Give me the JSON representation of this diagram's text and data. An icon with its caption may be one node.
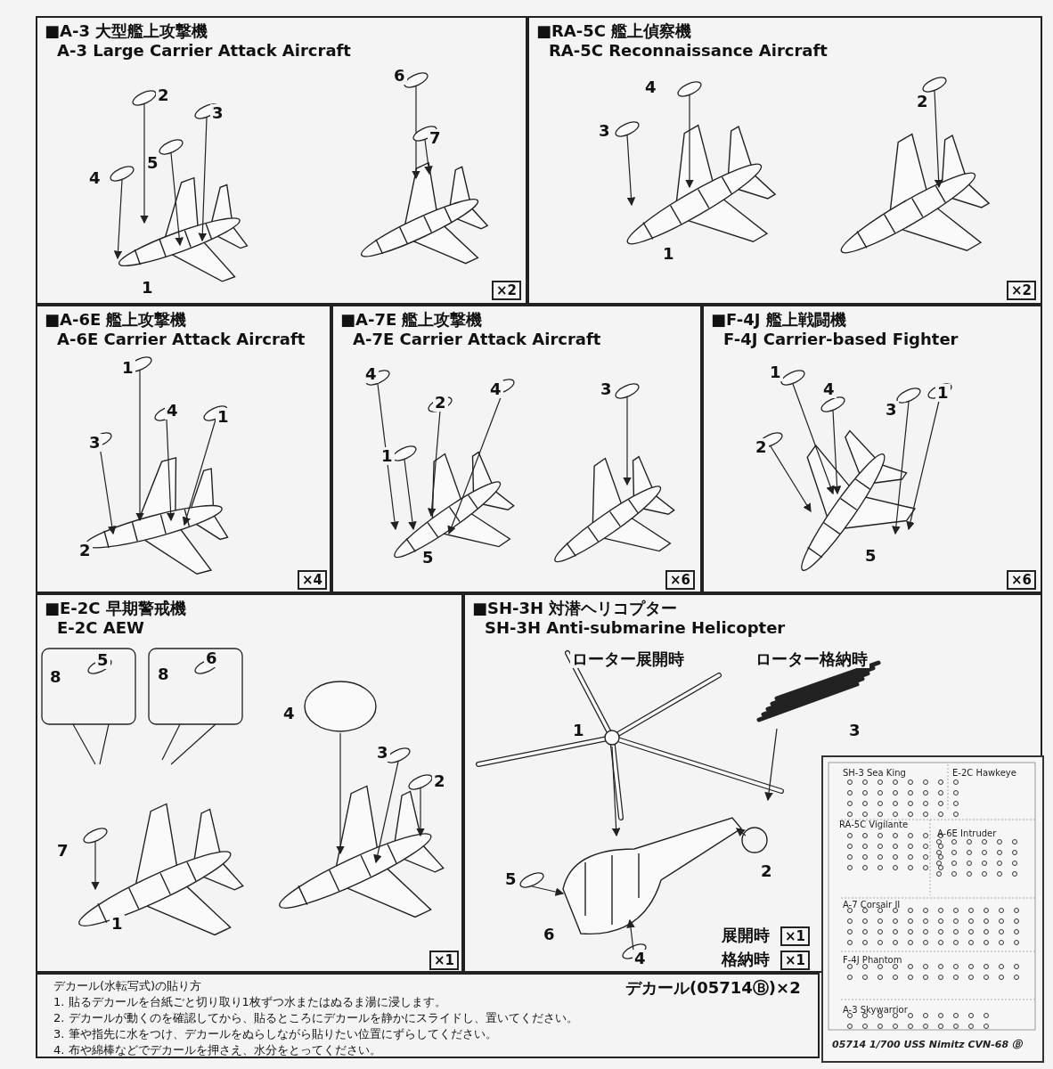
{
  "diagram": {
    "nodes": [
      {
        "text": [
          "■A-3 大型艦上攻撃機",
          "A-3 Large Carrier Attack Aircraft"
        ]
      },
      {
        "text": [
          "■RA-5C 艦上偵察機",
          "RA-5C Reconnaissance Aircraft"
        ]
      },
      {
        "text": [
          "■A-6E 艦上攻撃機",
          "A-6E Carrier Attack Aircraft"
        ]
      },
      {
        "text": [
          "■A-7E 艦上攻撃機",
          "A-7E Carrier Attack Aircraft"
        ]
      },
      {
        "text": [
          "■F-4J 艦上戦闘機",
          "F-4J Carrier-based Fighter"
        ]
      },
      {
        "text": [
          "■E-2C 早期警戒機",
          "E-2C AEW"
        ]
      },
      {
        "text": [
          "■SH-3H 対潜ヘリコプター",
          "SH-3H Anti-submarine Helicopter"
        ]
      },
      {
        "text": [
          "SH-3 Sea King",
          "E-2C Hawkeye",
          "RA-5C Vigilante",
          "A-6E Intruder",
          "A-7 Corsair II",
          "F-4J Phantom",
          "A-3 Skywarrior",
          "05714 1/700 USS Nimitz CVN-68 Ⓑ"
        ]
      },
      {
        "text": [
          "デカール(水転写式)の貼り方",
          "1. 貼るデカールを台紙ごと切り取り1枚ずつ水またはぬるま湯に浸します。",
          "2. デカールが動くのを確認してから、貼るところにデカールを静かにスライドし、置いてください。",
          "3. 筆や指先に水をつけ、デカールをぬらしながら貼りたい位置にずらしてください。",
          "4. 布や綿棒などでデカールを押さえ、水分をとってください。"
        ]
      }
    ],
    "labels": [
      "2",
      "3",
      "5",
      "4",
      "1",
      "6",
      "7",
      "×2",
      "4",
      "3",
      "1",
      "2",
      "×2",
      "1",
      "4",
      "1",
      "3",
      "2",
      "×4",
      "4",
      "2",
      "4",
      "1",
      "5",
      "3",
      "×6",
      "1",
      "4",
      "3",
      "1",
      "2",
      "5",
      "×6",
      "5",
      "8",
      "8",
      "6",
      "4",
      "3",
      "2",
      "7",
      "1",
      "×1",
      "ローター展開時",
      "ローター格納時",
      "1",
      "3",
      "2",
      "5",
      "6",
      "4",
      "展開時",
      "×1",
      "格納時",
      "×1",
      "デカール(05714Ⓑ)×2"
    ]
  }
}
